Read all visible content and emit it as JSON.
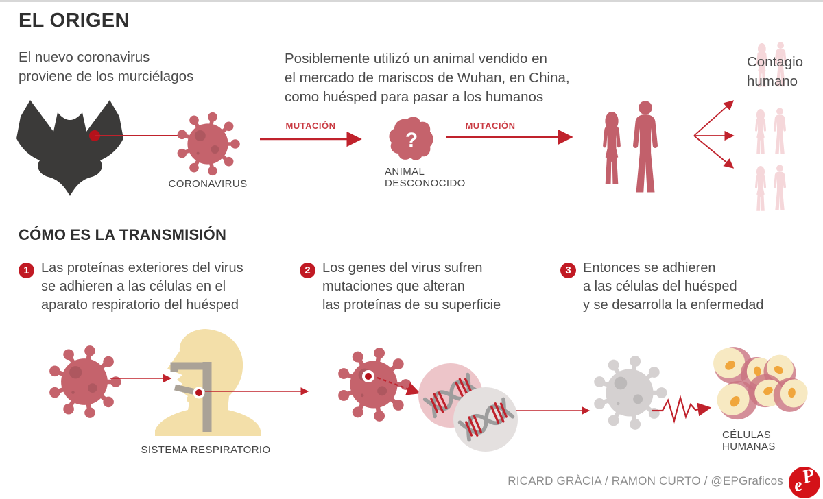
{
  "colors": {
    "accent_red": "#c0222c",
    "mutation_red": "#c93a42",
    "virus_red": "#c5636c",
    "humans_red": "#c2606b",
    "pale_pink": "#f5d7da",
    "bat_dark": "#3b3a39",
    "head_cream": "#f3dfa9",
    "tract_gray": "#aaa297",
    "gray_virus": "#d5d1d1",
    "dna_circle_pink": "#edc5c9",
    "dna_circle_gray": "#e4e0df",
    "cell_body": "#f7e9c2",
    "cell_rim": "#c9737f",
    "cell_nucleus": "#f0a63c",
    "step_badge_red": "#c11a24",
    "logo_red": "#d41218",
    "title_text": "#2f2f2f",
    "body_text": "#4b4b4b",
    "credit_text": "#8e8e8e"
  },
  "origin": {
    "title": "EL ORIGEN",
    "intro_left": "El nuevo coronavirus\nproviene de los murciélagos",
    "intro_center": "Posiblemente utilizó un animal vendido en\nel mercado de mariscos de Wuhan, en China,\ncomo huésped para pasar a los humanos",
    "contagio_label": "Contagio\nhumano",
    "mutation_label_1": "MUTACIÓN",
    "mutation_label_2": "MUTACIÓN",
    "coronavirus_label": "CORONAVIRUS",
    "animal_label": "ANIMAL\nDESCONOCIDO",
    "animal_question": "?"
  },
  "transmission": {
    "title": "CÓMO ES LA TRANSMISIÓN",
    "steps": [
      {
        "number": "1",
        "text": "Las proteínas exteriores del virus\nse adhieren a las células en el\naparato respiratorio del huésped"
      },
      {
        "number": "2",
        "text": "Los genes del virus sufren\nmutaciones que alteran\nlas proteínas de su superficie"
      },
      {
        "number": "3",
        "text": "Entonces se adhieren\na las células del huésped\ny se desarrolla la enfermedad"
      }
    ],
    "sistema_label": "SISTEMA RESPIRATORIO",
    "celulas_label": "CÉLULAS\nHUMANAS"
  },
  "footer": {
    "credits": "RICARD GRÀCIA / RAMON CURTO  / @EPGraficos",
    "logo_letter_e": "e",
    "logo_letter_p": "P"
  },
  "icons": {
    "bat": "bat-icon",
    "virus": "coronavirus-icon",
    "unknown_animal": "unknown-animal-icon",
    "humans": "humans-pair-icon",
    "contagion": "contagion-branch-arrows",
    "respiratory": "head-respiratory-icon",
    "dna": "dna-helix-icon",
    "cells": "human-cells-icon",
    "logo": "ep-logo"
  }
}
